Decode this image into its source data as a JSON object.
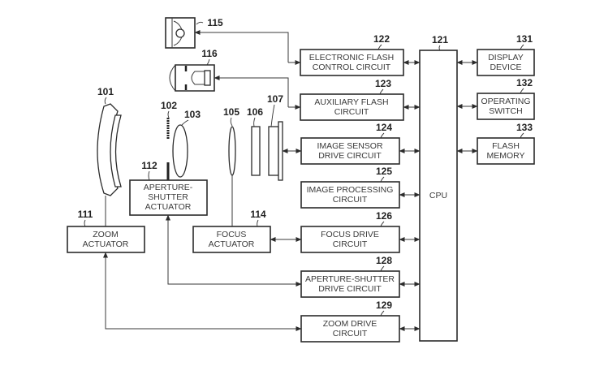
{
  "diagram": {
    "title": "Camera system block diagram",
    "cpu": {
      "ref": "121",
      "label": "CPU"
    },
    "circuits": [
      {
        "ref": "122",
        "line1": "ELECTRONIC FLASH",
        "line2": "CONTROL CIRCUIT"
      },
      {
        "ref": "123",
        "line1": "AUXILIARY FLASH",
        "line2": "CIRCUIT"
      },
      {
        "ref": "124",
        "line1": "IMAGE SENSOR",
        "line2": "DRIVE CIRCUIT"
      },
      {
        "ref": "125",
        "line1": "IMAGE PROCESSING",
        "line2": "CIRCUIT"
      },
      {
        "ref": "126",
        "line1": "FOCUS DRIVE",
        "line2": "CIRCUIT"
      },
      {
        "ref": "128",
        "line1": "APERTURE-SHUTTER",
        "line2": "DRIVE CIRCUIT"
      },
      {
        "ref": "129",
        "line1": "ZOOM DRIVE",
        "line2": "CIRCUIT"
      }
    ],
    "peripherals": [
      {
        "ref": "131",
        "line1": "DISPLAY",
        "line2": "DEVICE"
      },
      {
        "ref": "132",
        "line1": "OPERATING",
        "line2": "SWITCH"
      },
      {
        "ref": "133",
        "line1": "FLASH",
        "line2": "MEMORY"
      }
    ],
    "actuators": {
      "zoom": {
        "ref": "111",
        "line1": "ZOOM",
        "line2": "ACTUATOR"
      },
      "aperture": {
        "ref": "112",
        "line1": "APERTURE-",
        "line2": "SHUTTER",
        "line3": "ACTUATOR"
      },
      "focus": {
        "ref": "114",
        "line1": "FOCUS",
        "line2": "ACTUATOR"
      }
    },
    "optics": {
      "lens_group_1": "101",
      "aperture_shutter": "102",
      "lens_group_2": "103",
      "focus_lens": "105",
      "optical_filter": "106",
      "image_sensor": "107",
      "electronic_flash": "115",
      "auxiliary_flash": "116"
    }
  }
}
